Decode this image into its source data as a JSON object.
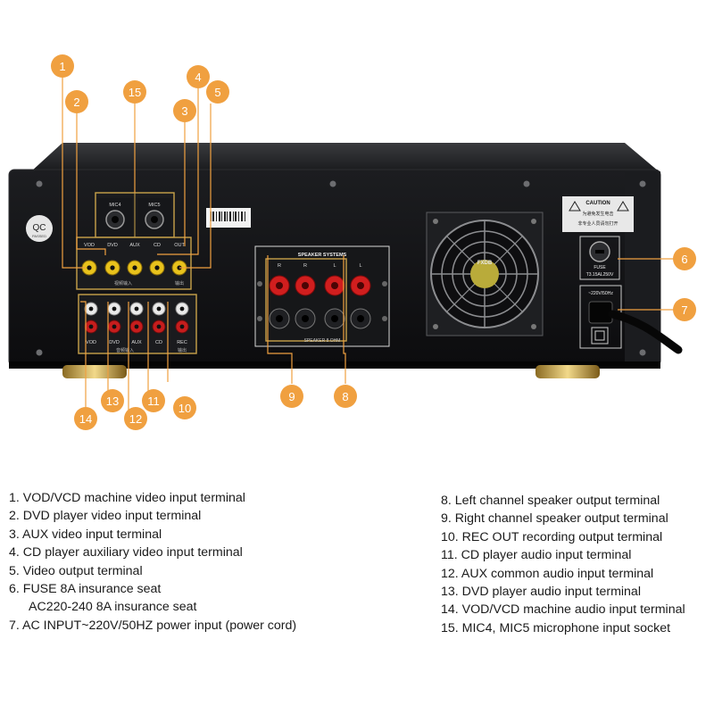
{
  "callouts": [
    "1",
    "2",
    "3",
    "4",
    "5",
    "6",
    "7",
    "8",
    "9",
    "10",
    "11",
    "12",
    "13",
    "14",
    "15"
  ],
  "badge": {
    "line1": "QC",
    "line2": "PASSED"
  },
  "mic_labels": [
    "MIC4",
    "MIC5"
  ],
  "video_labels": [
    "VOD",
    "DVD",
    "AUX",
    "CD",
    "OUT"
  ],
  "audio_labels": [
    "VOD",
    "DVD",
    "AUX",
    "CD",
    "REC"
  ],
  "chinese": {
    "video_in": "视频输入",
    "video_out": "输出",
    "audio_in": "音频输入",
    "audio_out": "输出"
  },
  "speaker": {
    "title": "SPEAKER SYSTEMS",
    "subtitle": "SPEAKER 8 OHM",
    "channels": [
      "R",
      "R",
      "L",
      "L"
    ]
  },
  "caution": {
    "title": "CAUTION",
    "line1": "为避免发生电击",
    "line2": "非专业人员请勿打开"
  },
  "fuse": {
    "label": "FUSE",
    "rating": "T3.15AL250V"
  },
  "power": {
    "label": "~220V/50Hz"
  },
  "fan": {
    "brand": "FXDB"
  },
  "legend_left": [
    "1. VOD/VCD machine video input terminal",
    "2. DVD player video input terminal",
    "3. AUX video input terminal",
    "4. CD player auxiliary video input terminal",
    "5. Video output terminal",
    "6. FUSE 8A insurance seat",
    "AC220-240 8A insurance seat",
    "7. AC INPUT~220V/50HZ power input (power cord)"
  ],
  "legend_right": [
    "8. Left channel speaker output terminal",
    "9. Right channel speaker output terminal",
    "10. REC OUT recording output terminal",
    "11. CD player audio input terminal",
    "12. AUX common audio input terminal",
    "13. DVD player audio input terminal",
    "14. VOD/VCD machine audio input terminal",
    "15. MIC4, MIC5 microphone input socket"
  ],
  "colors": {
    "callout": "#f0a040",
    "chassis": "#111214",
    "rca_yellow": "#e8c21c",
    "rca_red": "#c61d1d",
    "gold": "#c9a24a"
  }
}
